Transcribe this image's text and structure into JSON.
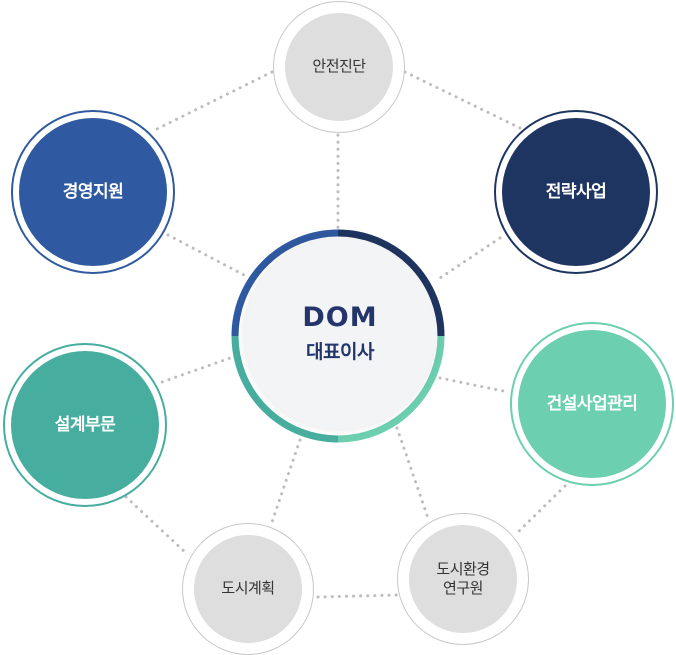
{
  "center": {
    "logo": "DOM",
    "title": "대표이사"
  },
  "nodes": {
    "safety": {
      "label": "안전진단"
    },
    "management": {
      "label": "경영지원"
    },
    "strategy": {
      "label": "전략사업"
    },
    "construction": {
      "label": "건설사업관리"
    },
    "design": {
      "label": "설계부문"
    },
    "planning": {
      "label": "도시계획"
    },
    "institute": {
      "label_line1": "도시환경",
      "label_line2": "연구원"
    }
  },
  "colors": {
    "navy": "#1e3561",
    "blue": "#2f59a0",
    "mint": "#6ccfb0",
    "teal": "#46ad9f",
    "grey": "#dedede",
    "dots": "#bdbdbd"
  }
}
